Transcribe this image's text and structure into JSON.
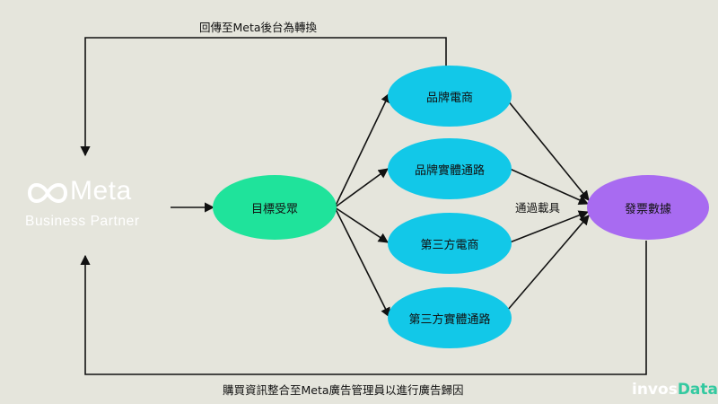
{
  "logo": {
    "word": "Meta",
    "sub": "Business Partner"
  },
  "nodes": {
    "audience": "目標受眾",
    "brand_ecom": "品牌電商",
    "brand_store": "品牌實體通路",
    "third_ecom": "第三方電商",
    "third_store": "第三方實體通路",
    "invoice": "發票數據"
  },
  "labels": {
    "top": "回傳至Meta後台為轉換",
    "carrier": "通過載具",
    "bottom": "購買資訊整合至Meta廣告管理員以進行廣告歸因"
  },
  "brand": {
    "part1": "invos",
    "part2": "Data"
  },
  "colors": {
    "background": "#e5e5dc",
    "audience": "#1fe39b",
    "channel": "#12c8e8",
    "invoice": "#a86bf1",
    "line": "#111111",
    "logo": "#ffffff"
  }
}
